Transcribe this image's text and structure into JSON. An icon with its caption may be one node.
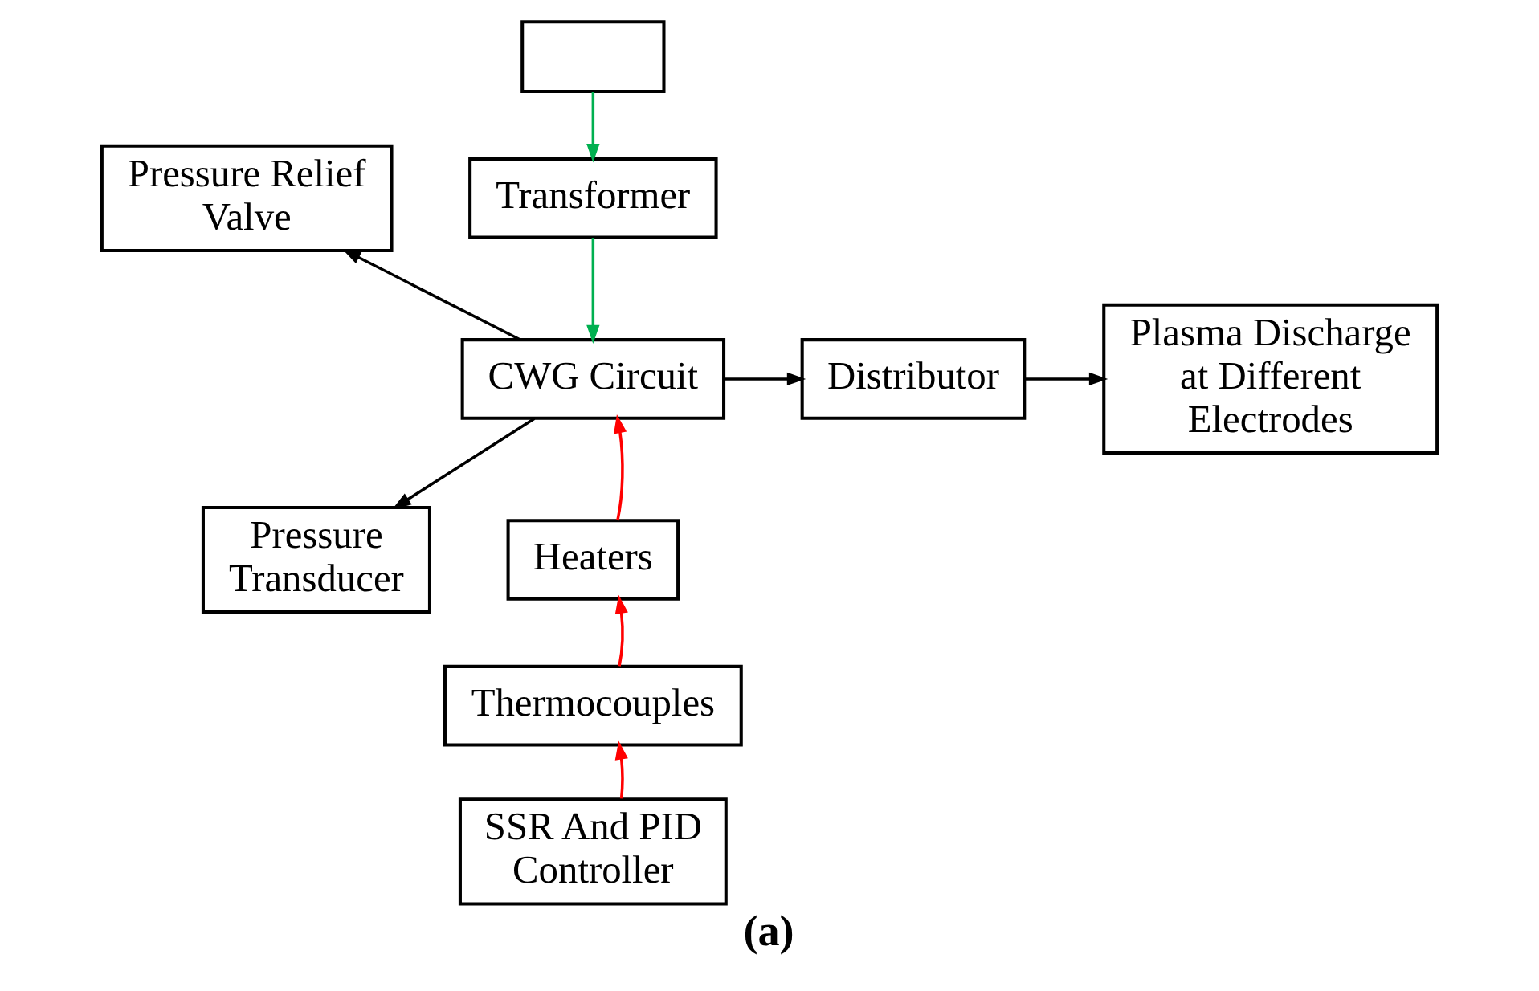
{
  "diagram": {
    "caption": "(a)",
    "nodes": [
      {
        "text": [],
        "shape": "box"
      },
      {
        "text": [
          "Transformer"
        ]
      },
      {
        "text": [
          "Pressure Relief Valve"
        ]
      },
      {
        "text": [
          "CWG Circuit"
        ]
      },
      {
        "text": [
          "Distributor"
        ]
      },
      {
        "text": [
          "Plasma Discharge at Different Electrodes"
        ]
      },
      {
        "text": [
          "Pressure Transducer"
        ]
      },
      {
        "text": [
          "Heaters"
        ]
      },
      {
        "text": [
          "Thermocouples"
        ]
      },
      {
        "text": [
          "SSR And PID Controller"
        ]
      }
    ],
    "edges": [
      {
        "from": 0,
        "to": 1,
        "arrow": "to",
        "color": "#00b050"
      },
      {
        "from": 1,
        "to": 3,
        "arrow": "to",
        "color": "#00b050"
      },
      {
        "from": 3,
        "to": 2,
        "arrow": "to"
      },
      {
        "from": 3,
        "to": 6,
        "arrow": "to"
      },
      {
        "from": 3,
        "to": 4,
        "arrow": "to"
      },
      {
        "from": 4,
        "to": 5,
        "arrow": "to"
      },
      {
        "from": 7,
        "to": 3,
        "arrow": "to",
        "color": "#ff0000"
      },
      {
        "from": 8,
        "to": 7,
        "arrow": "to",
        "color": "#ff0000"
      },
      {
        "from": 9,
        "to": 8,
        "arrow": "to",
        "color": "#ff0000"
      }
    ]
  }
}
